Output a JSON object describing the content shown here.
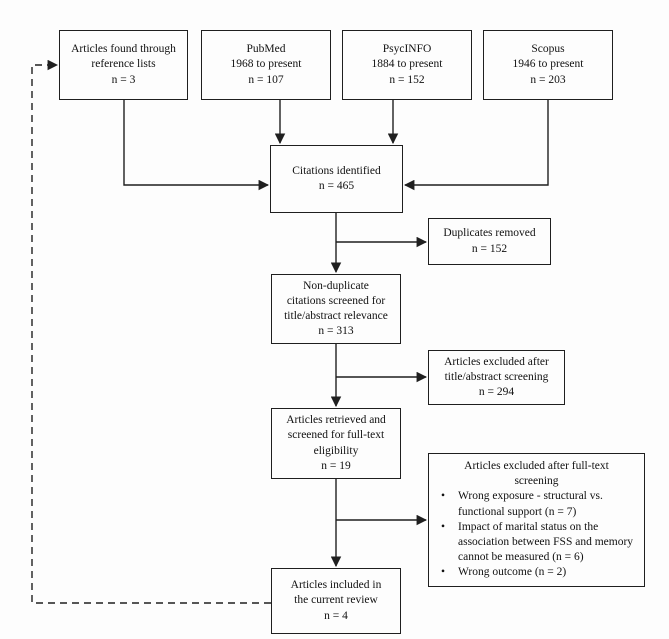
{
  "colors": {
    "line": "#1f1f1f",
    "text": "#111111",
    "background": "#fdfdfd",
    "box_background": "#fdfdfd"
  },
  "boxes": {
    "reference_lists": {
      "lines": [
        "Articles found through",
        "reference lists",
        "n = 3"
      ]
    },
    "pubmed": {
      "lines": [
        "PubMed",
        "1968 to present",
        "n = 107"
      ]
    },
    "psycinfo": {
      "lines": [
        "PsycINFO",
        "1884 to present",
        "n = 152"
      ]
    },
    "scopus": {
      "lines": [
        "Scopus",
        "1946 to present",
        "n = 203"
      ]
    },
    "citations_identified": {
      "lines": [
        "Citations identified",
        "n = 465"
      ]
    },
    "duplicates_removed": {
      "lines": [
        "Duplicates removed",
        "n = 152"
      ]
    },
    "screened_title_abstract": {
      "lines": [
        "Non-duplicate",
        "citations screened for",
        "title/abstract relevance",
        "n = 313"
      ]
    },
    "excluded_title_abstract": {
      "lines": [
        "Articles excluded after",
        "title/abstract screening",
        "n = 294"
      ]
    },
    "fulltext_screened": {
      "lines": [
        "Articles retrieved and",
        "screened for full-text",
        "eligibility",
        "n = 19"
      ]
    },
    "excluded_fulltext": {
      "title_lines": [
        "Articles excluded after full-text",
        "screening"
      ],
      "bullet_glyph": "•",
      "bullets": [
        "Wrong exposure - structural vs. functional support (n = 7)",
        "Impact of marital status on the association between FSS and memory cannot be measured (n = 6)",
        "Wrong outcome (n = 2)"
      ]
    },
    "included": {
      "lines": [
        "Articles included in",
        "the current review",
        "n = 4"
      ]
    }
  }
}
